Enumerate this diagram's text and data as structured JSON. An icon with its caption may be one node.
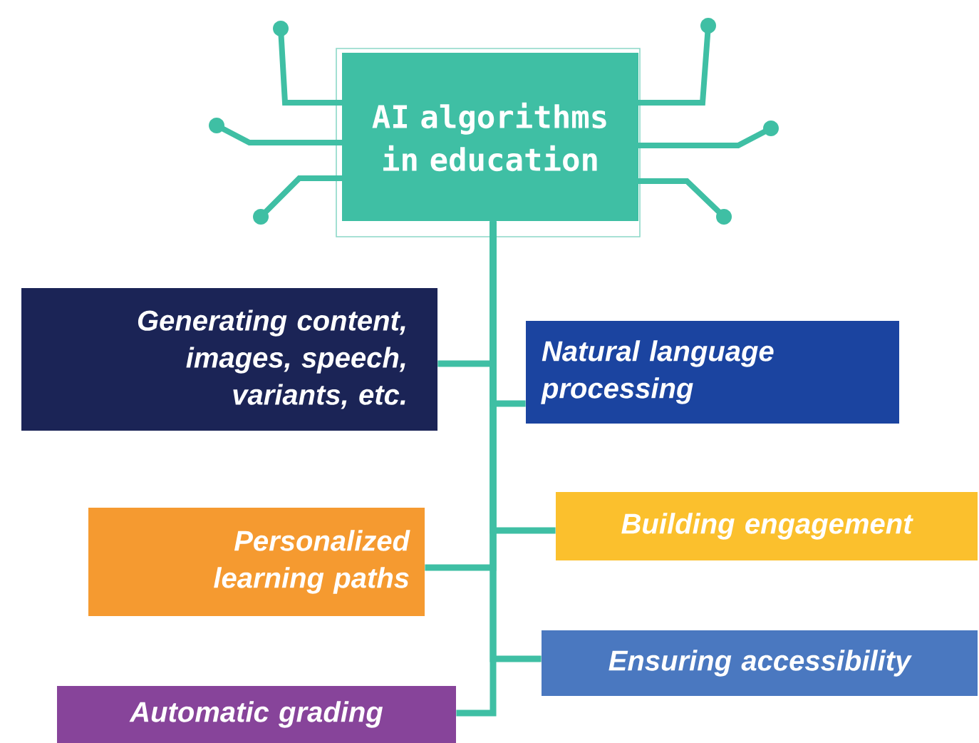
{
  "diagram": {
    "nodes": [
      {
        "text": [
          "AI algorithms in education"
        ]
      },
      {
        "text": [
          "Generating content, images, speech, variants, etc."
        ]
      },
      {
        "text": [
          "Natural language processing"
        ]
      },
      {
        "text": [
          "Personalized learning paths"
        ]
      },
      {
        "text": [
          "Building engagement"
        ]
      },
      {
        "text": [
          "Ensuring accessibility"
        ]
      },
      {
        "text": [
          "Automatic grading"
        ]
      }
    ],
    "edges": [
      {
        "from": 0,
        "to": 1,
        "arrow": "none"
      },
      {
        "from": 0,
        "to": 2,
        "arrow": "none"
      },
      {
        "from": 0,
        "to": 3,
        "arrow": "none"
      },
      {
        "from": 0,
        "to": 4,
        "arrow": "none"
      },
      {
        "from": 0,
        "to": 5,
        "arrow": "none"
      },
      {
        "from": 0,
        "to": 6,
        "arrow": "none"
      }
    ]
  }
}
